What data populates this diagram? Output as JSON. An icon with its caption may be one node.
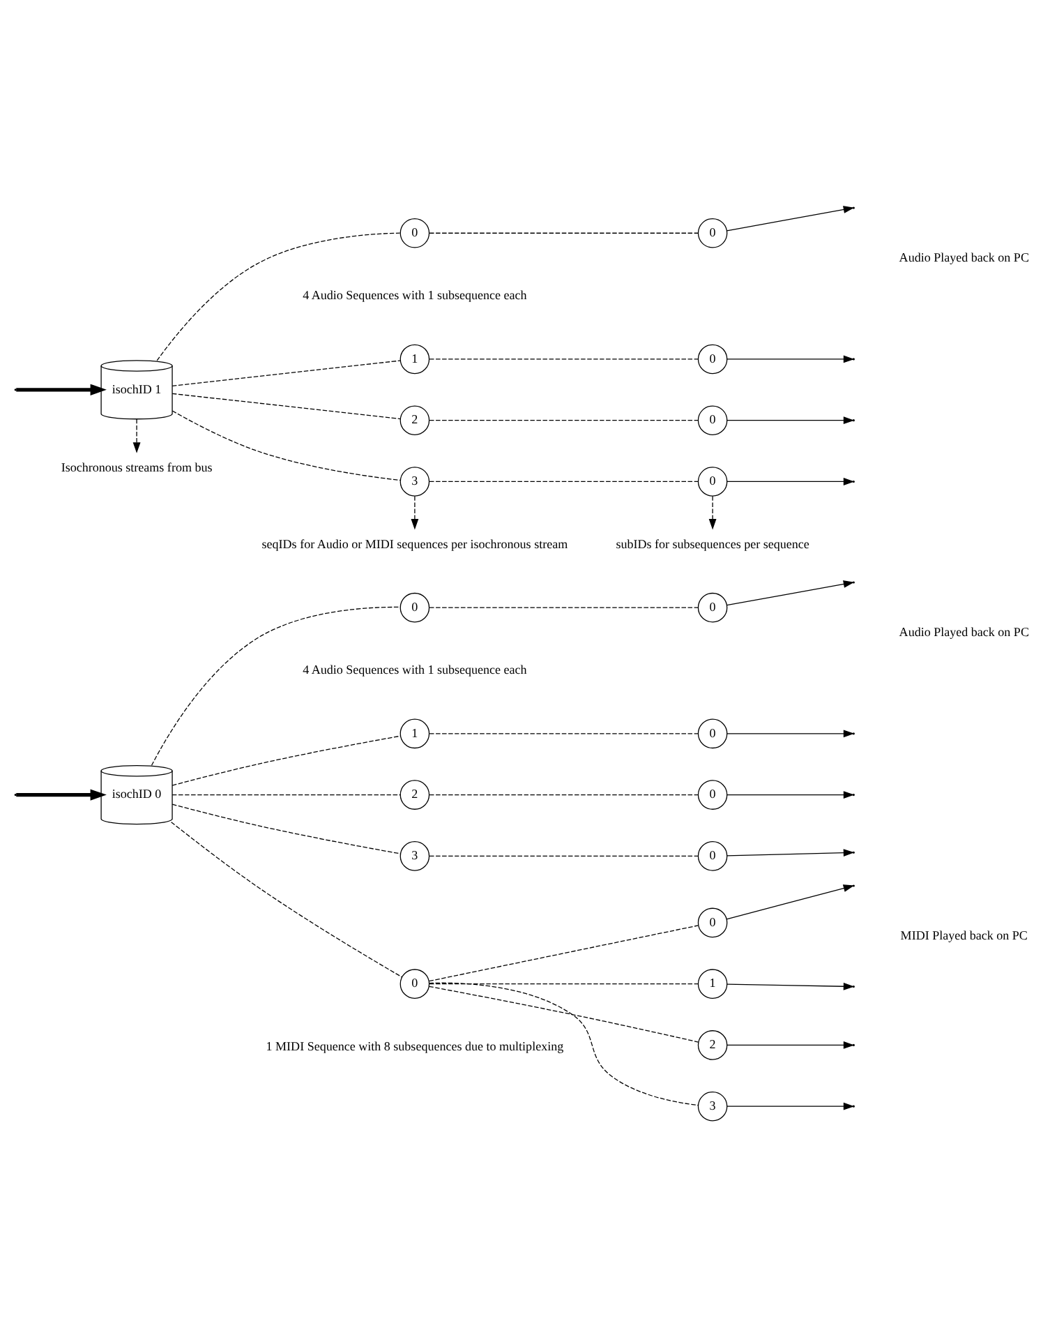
{
  "diagram": {
    "nodes": [
      {
        "text": [
          "isochID 0"
        ]
      },
      {
        "text": [
          "0"
        ]
      },
      {
        "text": [
          "1"
        ]
      },
      {
        "text": [
          "2"
        ]
      },
      {
        "text": [
          "3"
        ]
      },
      {
        "text": [
          "0"
        ]
      },
      {
        "text": [
          "0"
        ]
      },
      {
        "text": [
          "0"
        ]
      },
      {
        "text": [
          "0"
        ]
      },
      {
        "text": [
          "0"
        ]
      },
      {
        "text": [
          "0"
        ]
      },
      {
        "text": [
          "1"
        ]
      },
      {
        "text": [
          "2"
        ]
      },
      {
        "text": [
          "3"
        ]
      },
      {
        "text": [
          "isochID 1"
        ]
      },
      {
        "text": [
          "0"
        ]
      },
      {
        "text": [
          "1"
        ]
      },
      {
        "text": [
          "2"
        ]
      },
      {
        "text": [
          "3"
        ]
      },
      {
        "text": [
          "0"
        ]
      },
      {
        "text": [
          "0"
        ]
      },
      {
        "text": [
          "0"
        ]
      },
      {
        "text": [
          "0"
        ]
      },
      {
        "text": [
          "Isochronous streams from bus"
        ]
      },
      {
        "text": [
          "seqIDs for Audio or MIDI sequences per isochronous stream"
        ]
      },
      {
        "text": [
          "subIDs for subsequences per sequence"
        ]
      }
    ],
    "edges": [
      {
        "from": null,
        "to": 0,
        "arrow": "to",
        "style": "thick"
      },
      {
        "from": 0,
        "to": 1,
        "arrow": "none",
        "style": "dashed"
      },
      {
        "from": 0,
        "to": 2,
        "arrow": "none",
        "style": "dashed"
      },
      {
        "from": 0,
        "to": 3,
        "arrow": "none",
        "style": "dashed"
      },
      {
        "from": 0,
        "to": 4,
        "arrow": "none",
        "style": "dashed"
      },
      {
        "from": 1,
        "to": 5,
        "arrow": "none",
        "style": "dashed"
      },
      {
        "from": 2,
        "to": 6,
        "arrow": "none",
        "style": "dashed"
      },
      {
        "from": 3,
        "to": 7,
        "arrow": "none",
        "style": "dashed"
      },
      {
        "from": 4,
        "to": 8,
        "arrow": "none",
        "style": "dashed"
      },
      {
        "from": 5,
        "to": null,
        "arrow": "to"
      },
      {
        "from": 6,
        "to": null,
        "arrow": "to"
      },
      {
        "from": 7,
        "to": null,
        "arrow": "to"
      },
      {
        "from": 8,
        "to": null,
        "arrow": "to"
      },
      {
        "from": 0,
        "to": 9,
        "arrow": "none",
        "style": "dashed"
      },
      {
        "from": 9,
        "to": 10,
        "arrow": "none",
        "style": "dashed"
      },
      {
        "from": 9,
        "to": 11,
        "arrow": "none",
        "style": "dashed"
      },
      {
        "from": 9,
        "to": 12,
        "arrow": "none",
        "style": "dashed"
      },
      {
        "from": 9,
        "to": 13,
        "arrow": "none",
        "style": "dashed"
      },
      {
        "from": 10,
        "to": null,
        "arrow": "to"
      },
      {
        "from": 11,
        "to": null,
        "arrow": "to"
      },
      {
        "from": 12,
        "to": null,
        "arrow": "to"
      },
      {
        "from": 13,
        "to": null,
        "arrow": "to"
      },
      {
        "from": null,
        "to": 14,
        "arrow": "to",
        "style": "thick"
      },
      {
        "from": 14,
        "to": 15,
        "arrow": "none",
        "style": "dashed"
      },
      {
        "from": 14,
        "to": 16,
        "arrow": "none",
        "style": "dashed"
      },
      {
        "from": 14,
        "to": 17,
        "arrow": "none",
        "style": "dashed"
      },
      {
        "from": 14,
        "to": 18,
        "arrow": "none",
        "style": "dashed"
      },
      {
        "from": 15,
        "to": 19,
        "arrow": "none",
        "style": "dashed"
      },
      {
        "from": 16,
        "to": 20,
        "arrow": "none",
        "style": "dashed"
      },
      {
        "from": 17,
        "to": 21,
        "arrow": "none",
        "style": "dashed"
      },
      {
        "from": 18,
        "to": 22,
        "arrow": "none",
        "style": "dashed"
      },
      {
        "from": 19,
        "to": null,
        "arrow": "to"
      },
      {
        "from": 20,
        "to": null,
        "arrow": "to"
      },
      {
        "from": 21,
        "to": null,
        "arrow": "to"
      },
      {
        "from": 22,
        "to": null,
        "arrow": "to"
      },
      {
        "from": 14,
        "to": 23,
        "arrow": "to",
        "style": "dashed"
      },
      {
        "from": 18,
        "to": 24,
        "arrow": "to",
        "style": "dashed"
      },
      {
        "from": 22,
        "to": 25,
        "arrow": "to",
        "style": "dashed"
      }
    ],
    "labels": [
      "4 Audio Sequences with 1 subsequence each",
      "Audio Played back on PC",
      "1 MIDI Sequence with 8 subsequences due to multiplexing",
      "MIDI Played back on PC",
      "4 Audio Sequences with 1 subsequence each",
      "Audio Played back on PC"
    ]
  }
}
